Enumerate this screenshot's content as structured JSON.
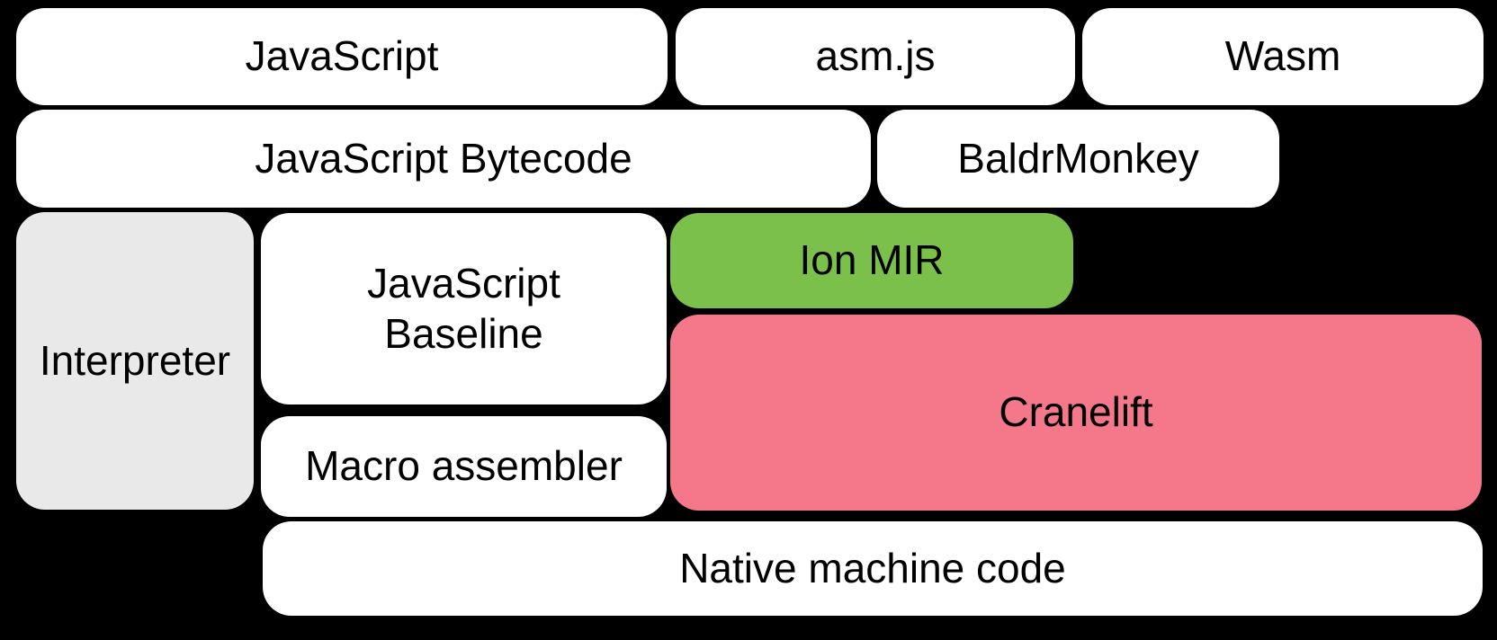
{
  "diagram": {
    "background": "#000000",
    "colors": {
      "box_white": "#ffffff",
      "box_gray": "#e9e9e9",
      "ion_green": "#7ac04a",
      "cranelift_pink": "#f4788a",
      "text": "#000000"
    },
    "nodes": {
      "javascript": {
        "label": "JavaScript"
      },
      "asmjs": {
        "label": "asm.js"
      },
      "wasm": {
        "label": "Wasm"
      },
      "bytecode": {
        "label": "JavaScript Bytecode"
      },
      "baldrmonkey": {
        "label": "BaldrMonkey"
      },
      "interpreter": {
        "label": "Interpreter"
      },
      "baseline": {
        "line1": "JavaScript",
        "line2": "Baseline"
      },
      "ionmir": {
        "label": "Ion MIR"
      },
      "cranelift": {
        "label": "Cranelift"
      },
      "macroassembler": {
        "label": "Macro assembler"
      },
      "native": {
        "label": "Native machine code"
      }
    }
  }
}
